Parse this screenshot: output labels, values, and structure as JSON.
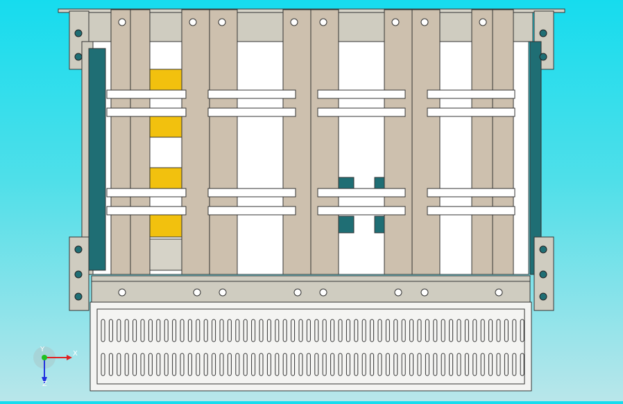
{
  "viewport": {
    "background_top": "#16dcee",
    "background_bottom": "#b9e6ea"
  },
  "model": {
    "description_colors": {
      "frame": "#cfccc0",
      "copper": "#cdc0ae",
      "yellow_part": "#f2c10e",
      "teal_part": "#1f6e74",
      "edge": "#333333"
    }
  },
  "triad": {
    "x_label": "X",
    "y_label": "Y",
    "z_label": "Z",
    "x_color": "#e02020",
    "y_color": "#20c020",
    "z_color": "#2030e0"
  }
}
